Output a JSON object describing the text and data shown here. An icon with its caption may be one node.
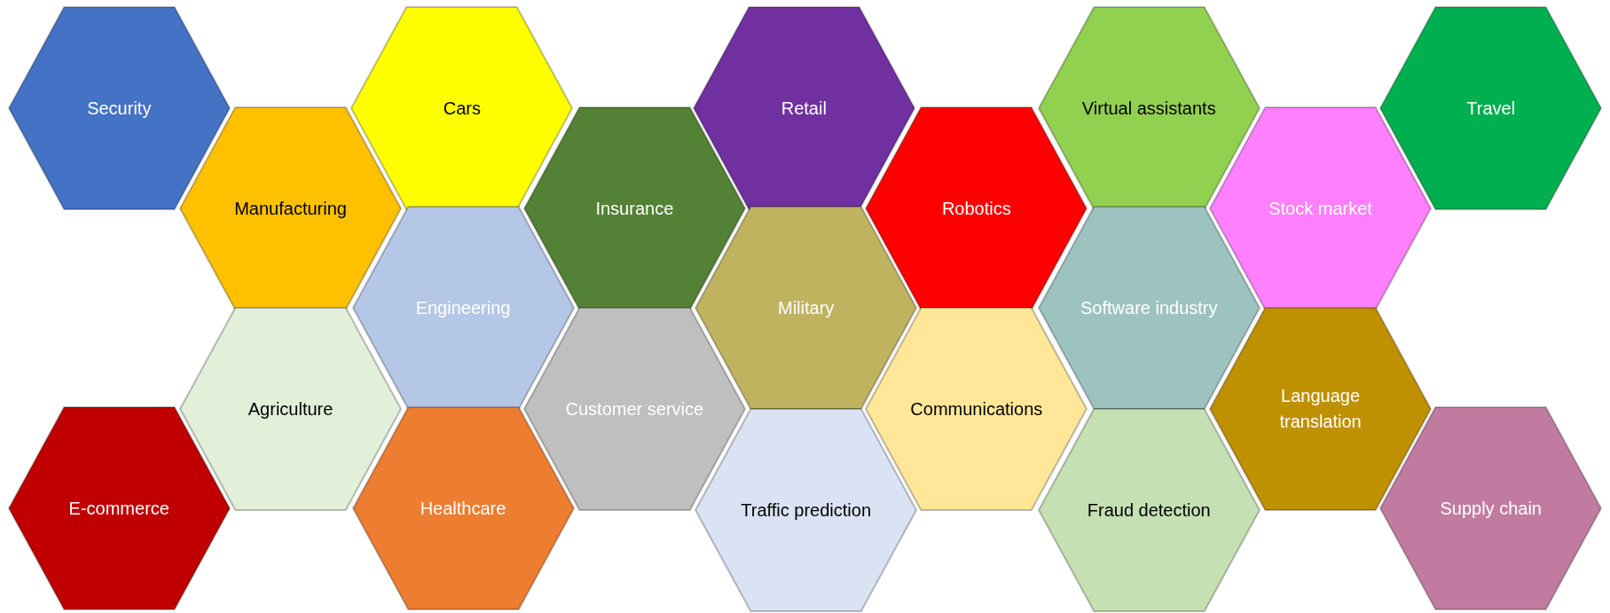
{
  "diagram": {
    "nodes": [
      {
        "text": [
          "Security"
        ]
      },
      {
        "text": [
          "Cars"
        ]
      },
      {
        "text": [
          "Retail"
        ]
      },
      {
        "text": [
          "Virtual assistants"
        ]
      },
      {
        "text": [
          "Travel"
        ]
      },
      {
        "text": [
          "Manufacturing"
        ]
      },
      {
        "text": [
          "Insurance"
        ]
      },
      {
        "text": [
          "Robotics"
        ]
      },
      {
        "text": [
          "Stock market"
        ]
      },
      {
        "text": [
          "Engineering"
        ]
      },
      {
        "text": [
          "Military"
        ]
      },
      {
        "text": [
          "Software industry"
        ]
      },
      {
        "text": [
          "Agriculture"
        ]
      },
      {
        "text": [
          "Customer service"
        ]
      },
      {
        "text": [
          "Communications"
        ]
      },
      {
        "text": [
          "Language translation"
        ]
      },
      {
        "text": [
          "E-commerce"
        ]
      },
      {
        "text": [
          "Healthcare"
        ]
      },
      {
        "text": [
          "Traffic prediction"
        ]
      },
      {
        "text": [
          "Fraud detection"
        ]
      },
      {
        "text": [
          "Supply chain"
        ]
      }
    ]
  }
}
